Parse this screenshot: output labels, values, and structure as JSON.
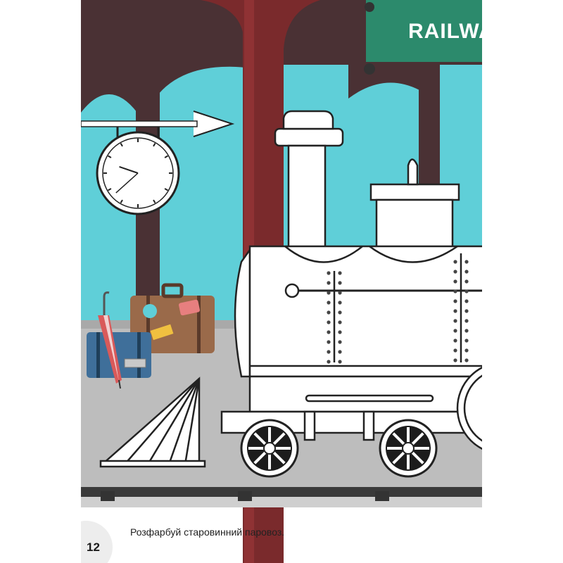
{
  "sign": {
    "text": "RAILWA"
  },
  "caption": "Розфарбуй старовинний паровоз.",
  "page_number": "12",
  "colors": {
    "sky": "#5fcfd8",
    "arch": "#4a3134",
    "pillar_red": "#7a2a2c",
    "sign_green": "#2c8a6c",
    "platform": "#bdbdbd",
    "suitcase_brown": "#9a6a4a",
    "suitcase_blue": "#3f6f9a",
    "umbrella": "#d95a5a"
  },
  "clock": {
    "hours": 9,
    "minutes": 38
  }
}
